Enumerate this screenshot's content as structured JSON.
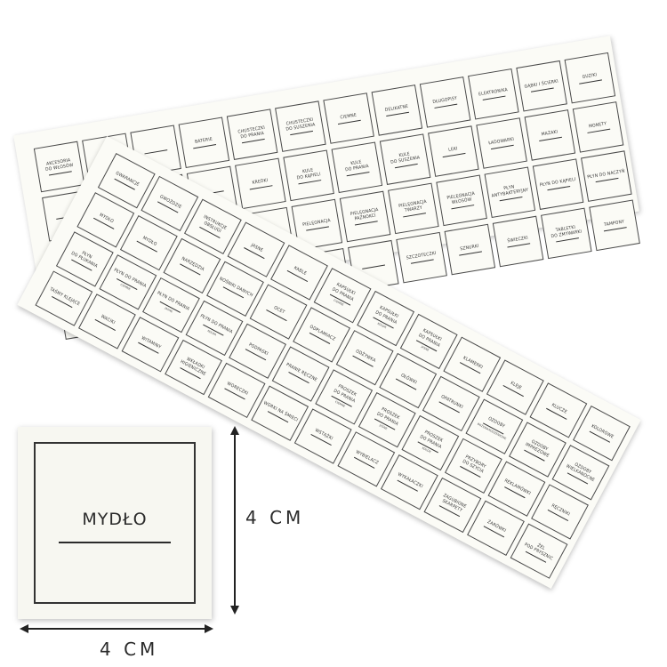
{
  "back_sheet_labels": [
    {
      "text": "AKCESORIA\nDO WŁOSÓW"
    },
    {
      "text": ""
    },
    {
      "text": ""
    },
    {
      "text": "BATERIE"
    },
    {
      "text": "CHUSTECZKI\nDO PRANIA"
    },
    {
      "text": "CHUSTECZKI\nDO SUSZENIA"
    },
    {
      "text": "CIEMNE"
    },
    {
      "text": "DELIKATNE"
    },
    {
      "text": "DŁUGOPISY"
    },
    {
      "text": "ELEKTRONIKA"
    },
    {
      "text": "GĄBKI I ŚCIERKI"
    },
    {
      "text": "GUZIKI"
    },
    {
      "text": ""
    },
    {
      "text": ""
    },
    {
      "text": ""
    },
    {
      "text": ""
    },
    {
      "text": "KREDKI"
    },
    {
      "text": "KULE\nDO KĄPIELI"
    },
    {
      "text": "KULE\nDO PRANIA"
    },
    {
      "text": "KULE\nDO SUSZENIA"
    },
    {
      "text": "LEKI"
    },
    {
      "text": "ŁADOWARKI"
    },
    {
      "text": "MAZAKI"
    },
    {
      "text": "MONETY"
    },
    {
      "text": ""
    },
    {
      "text": ""
    },
    {
      "text": ""
    },
    {
      "text": ""
    },
    {
      "text": ""
    },
    {
      "text": "PIELĘGNACJA"
    },
    {
      "text": "PIELĘGNACJA\nPAZNOKCI"
    },
    {
      "text": "PIELĘGNACJA\nTWARZY"
    },
    {
      "text": "PIELĘGNACJA\nWŁOSÓW"
    },
    {
      "text": "PŁYN\nANTYBAKTERYJNY"
    },
    {
      "text": "PŁYN DO KĄPIELI"
    },
    {
      "text": "PŁYN DO NACZYŃ"
    },
    {
      "text": ""
    },
    {
      "text": ""
    },
    {
      "text": ""
    },
    {
      "text": ""
    },
    {
      "text": ""
    },
    {
      "text": ""
    },
    {
      "text": ""
    },
    {
      "text": "SZCZOTECZKI"
    },
    {
      "text": "SZNURKI"
    },
    {
      "text": "ŚWIECZKI"
    },
    {
      "text": "TABLETKI\nDO ZMYWARKI"
    },
    {
      "text": "TAMPONY"
    }
  ],
  "front_sheet_labels": [
    {
      "text": "GWARANCJE",
      "sub": ""
    },
    {
      "text": "GWOŹDZIE",
      "sub": ""
    },
    {
      "text": "INSTRUKCJE\nOBSŁUGI",
      "sub": ""
    },
    {
      "text": "JASNE",
      "sub": ""
    },
    {
      "text": "KABLE",
      "sub": ""
    },
    {
      "text": "KAPSUŁKI\nDO PRANIA",
      "sub": "CIEMNE"
    },
    {
      "text": "KAPSUŁKI\nDO PRANIA",
      "sub": "KOLOR"
    },
    {
      "text": "KAPSUŁKI\nDO PRANIA",
      "sub": "JASNE"
    },
    {
      "text": "KLAMERKI",
      "sub": ""
    },
    {
      "text": "KLEJE",
      "sub": ""
    },
    {
      "text": "KLUCZE",
      "sub": ""
    },
    {
      "text": "KOLOROWE",
      "sub": ""
    },
    {
      "text": "MYDŁO",
      "sub": ""
    },
    {
      "text": "MYDŁO",
      "sub": ""
    },
    {
      "text": "NARZĘDZIA",
      "sub": ""
    },
    {
      "text": "NOŚNIKI DANYCH",
      "sub": ""
    },
    {
      "text": "OCET",
      "sub": ""
    },
    {
      "text": "ODPLAMIACZ",
      "sub": ""
    },
    {
      "text": "ODŻYWKA",
      "sub": ""
    },
    {
      "text": "OŁÓWKI",
      "sub": ""
    },
    {
      "text": "OPATRUNKI",
      "sub": ""
    },
    {
      "text": "OZDOBY",
      "sub": "BOŻONARODZENIOWE"
    },
    {
      "text": "OZDOBY\nIMPREZOWE",
      "sub": ""
    },
    {
      "text": "OZDOBY\nWIELKANOCNE",
      "sub": ""
    },
    {
      "text": "PŁYN\nDO PŁUKANIA",
      "sub": ""
    },
    {
      "text": "PŁYN DO PRANIA",
      "sub": "CIEMNE"
    },
    {
      "text": "PŁYN DO PRANIA",
      "sub": "JASNE"
    },
    {
      "text": "PŁYN DO PRANIA",
      "sub": "KOLOR"
    },
    {
      "text": "PODPASKI",
      "sub": ""
    },
    {
      "text": "PRANIE RĘCZNE",
      "sub": ""
    },
    {
      "text": "PROSZEK\nDO PRANIA",
      "sub": "CIEMNE"
    },
    {
      "text": "PROSZEK\nDO PRANIA",
      "sub": "JASNE"
    },
    {
      "text": "PROSZEK\nDO PRANIA",
      "sub": "KOLOR"
    },
    {
      "text": "PRZYBORY\nDO SZYCIA",
      "sub": ""
    },
    {
      "text": "REKLAMÓWKI",
      "sub": ""
    },
    {
      "text": "RĘCZNIKI",
      "sub": ""
    },
    {
      "text": "TAŚMY KLEJĄCE",
      "sub": ""
    },
    {
      "text": "WACIKI",
      "sub": ""
    },
    {
      "text": "WITAMINY",
      "sub": ""
    },
    {
      "text": "WKŁADKI\nHIGIENICZNE",
      "sub": ""
    },
    {
      "text": "WORECZKI",
      "sub": ""
    },
    {
      "text": "WORKI NA ŚMIECI",
      "sub": ""
    },
    {
      "text": "WSTĄŻKI",
      "sub": ""
    },
    {
      "text": "WYBIELACZ",
      "sub": ""
    },
    {
      "text": "WYKAŁACZKI",
      "sub": ""
    },
    {
      "text": "ZAGUBIONE\nSKARPETY",
      "sub": ""
    },
    {
      "text": "ŻARÓWKI",
      "sub": ""
    },
    {
      "text": "ŻEL\nPOD PRYSZNIC",
      "sub": ""
    }
  ],
  "demo_label": {
    "text": "MYDŁO"
  },
  "dimensions": {
    "height": "4 CM",
    "width": "4 CM"
  }
}
